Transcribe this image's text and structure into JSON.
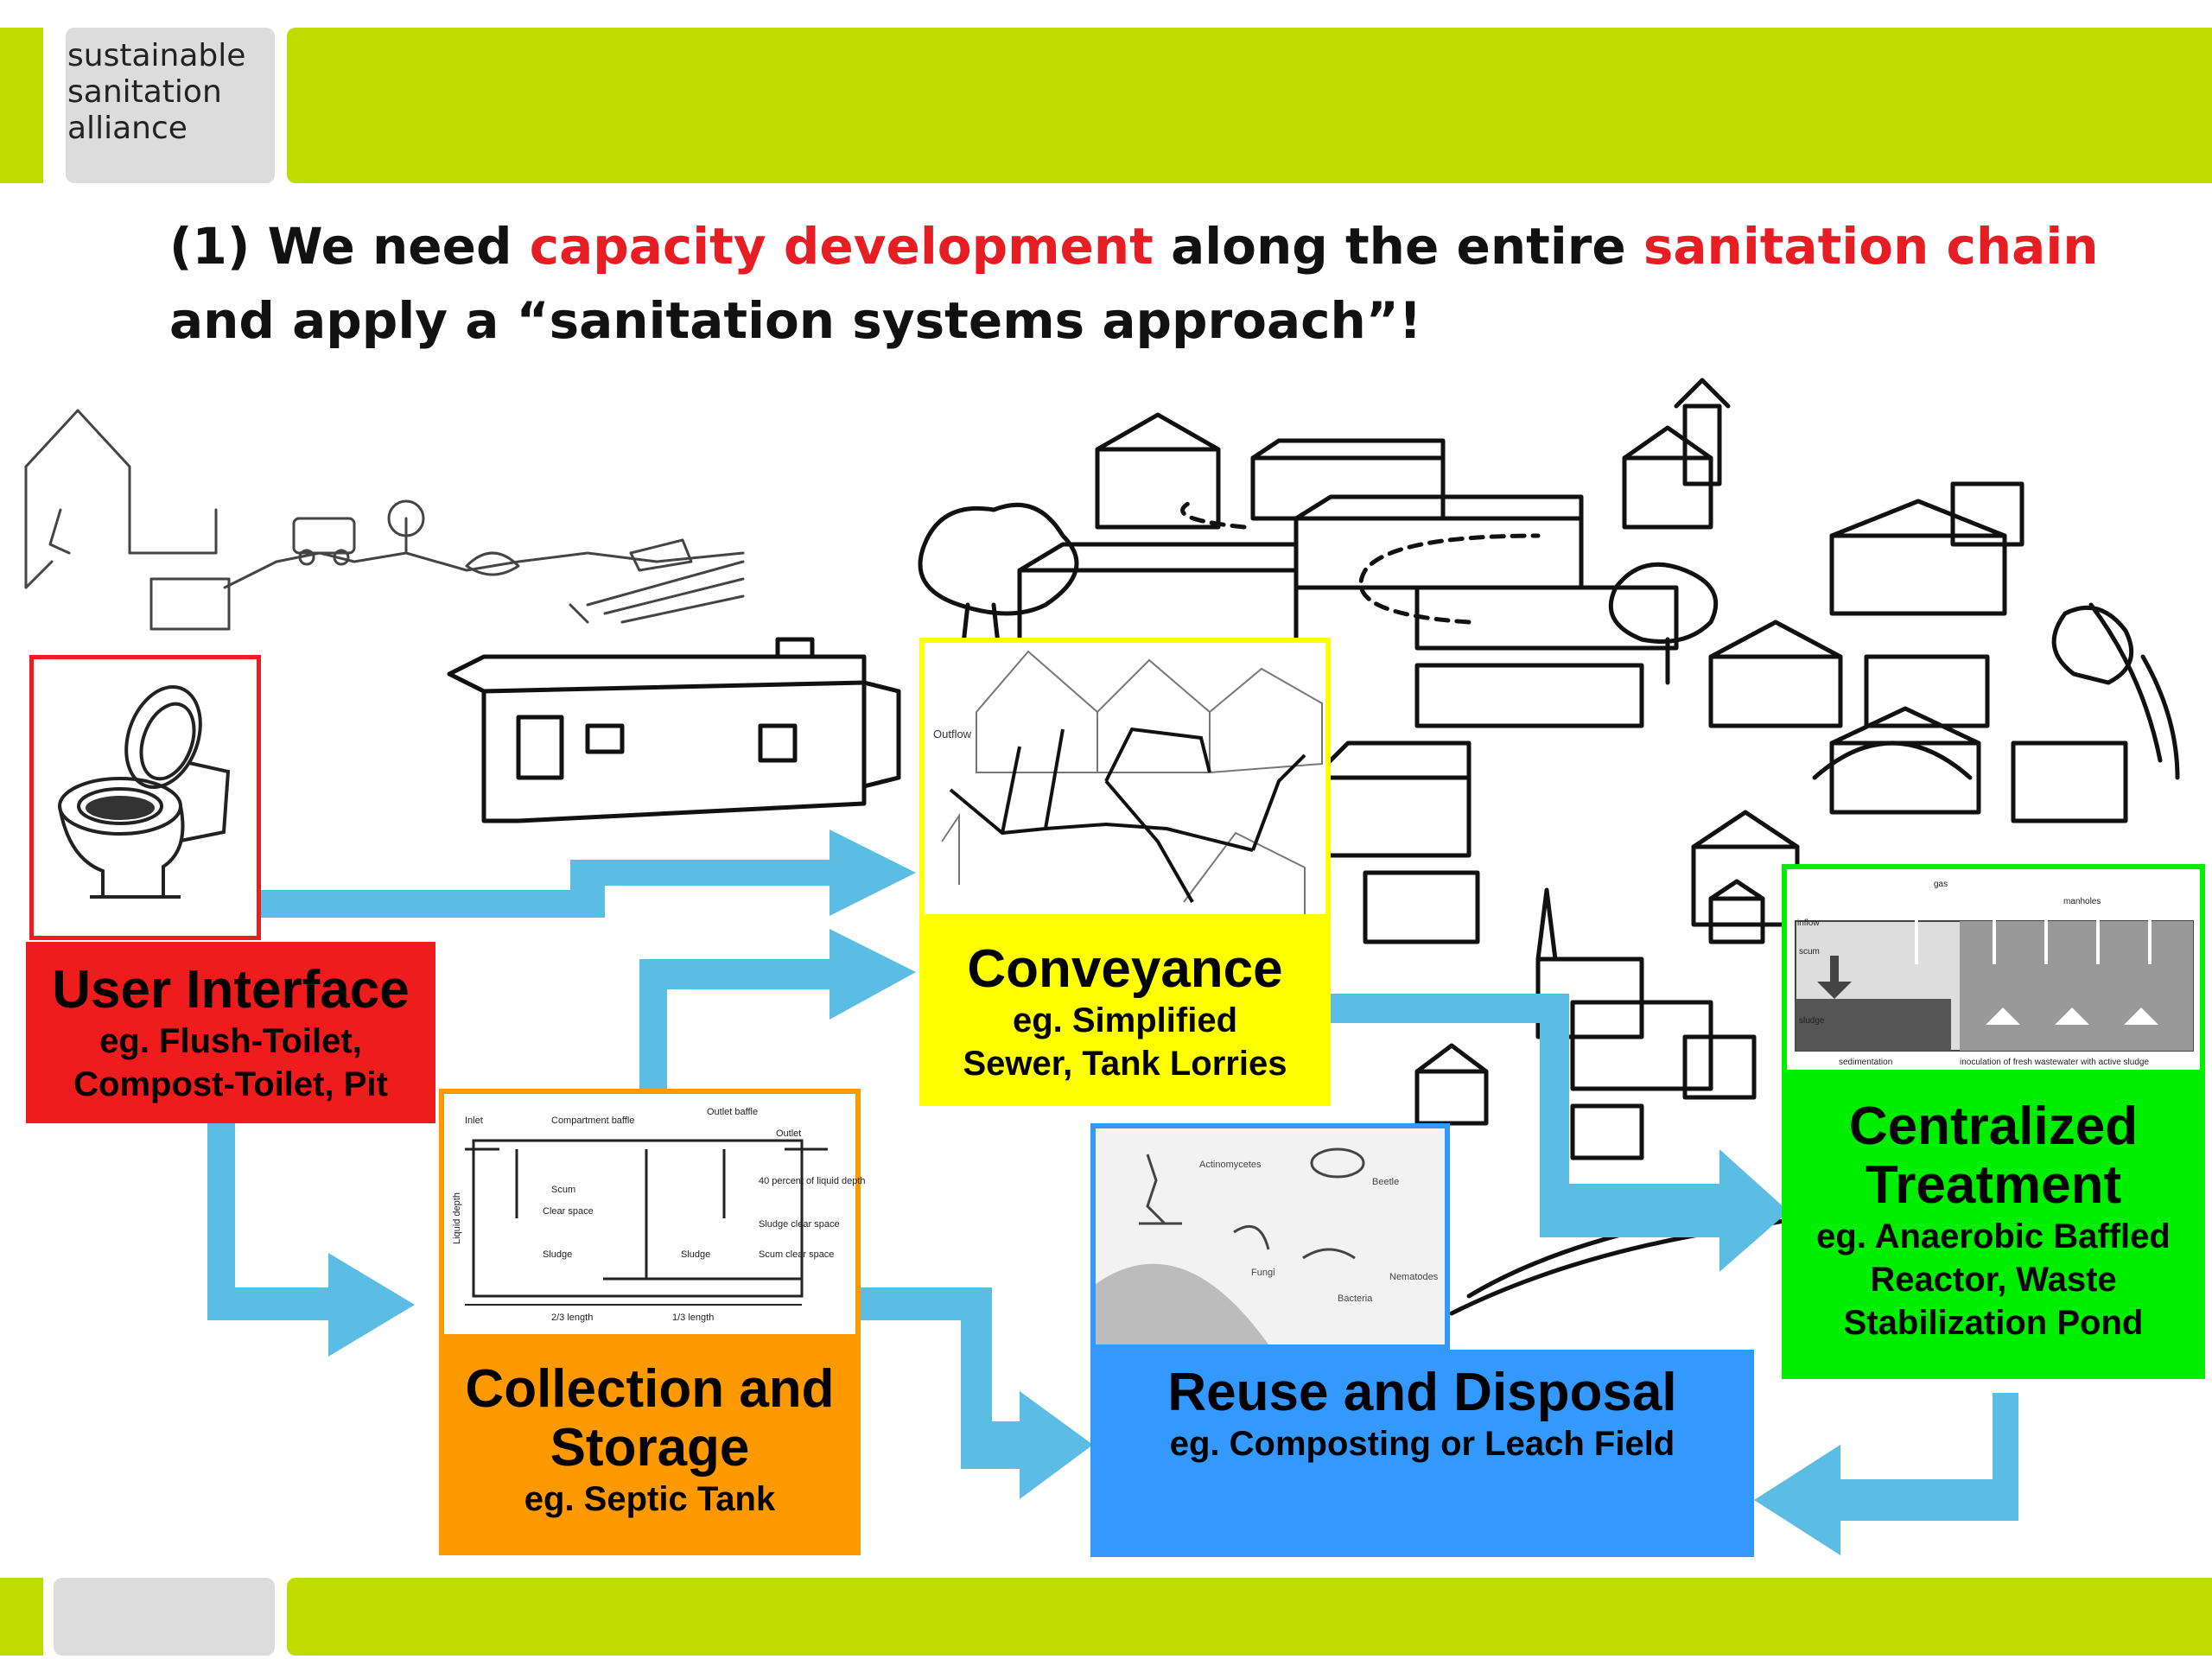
{
  "logo": {
    "text": "sustainable\nsanitation\nalliance"
  },
  "heading": {
    "part1": "(1) We need ",
    "highlight1": "capacity development",
    "part2": " along the entire ",
    "highlight2": "sanitation chain",
    "part3": " and apply a “sanitation systems approach”!"
  },
  "colors": {
    "bar_green": "#bfdc00",
    "heading_red": "#e61e23",
    "arrow_blue": "#5bbde4",
    "user_interface": "#ee1c1c",
    "collection": "#ff9900",
    "conveyance": "#ffff00",
    "reuse": "#3399ff",
    "treatment": "#00ee00"
  },
  "stages": {
    "user_interface": {
      "title": "User Interface",
      "examples": "eg. Flush-Toilet, Compost-Toilet, Pit"
    },
    "collection": {
      "title": "Collection and Storage",
      "examples": "eg. Septic Tank"
    },
    "conveyance": {
      "title": "Conveyance",
      "examples": "eg. Simplified Sewer, Tank Lorries"
    },
    "reuse": {
      "title": "Reuse and Disposal",
      "examples": "eg. Composting or Leach Field"
    },
    "treatment": {
      "title": "Centralized Treatment",
      "examples": "eg. Anaerobic Baffled Reactor, Waste Stabilization Pond"
    }
  },
  "illustrations": {
    "septic_tank_labels": [
      "Inlet",
      "Compartment baffle",
      "Outlet baffle",
      "Outlet",
      "Scum",
      "Clear space",
      "Sludge",
      "Sludge",
      "40 percent of liquid depth",
      "Sludge clear space",
      "Scum clear space",
      "Liquid depth",
      "2/3 length",
      "1/3 length"
    ],
    "sewer_label": "Outflow",
    "treatment_labels": [
      "gas",
      "manholes",
      "inflow",
      "scum",
      "sludge",
      "sedimentation",
      "inoculation of fresh wastewater with active sludge"
    ],
    "reuse_labels": [
      "Actinomycetes",
      "Fungi",
      "Bacteria",
      "Nematodes",
      "Beetle"
    ]
  }
}
